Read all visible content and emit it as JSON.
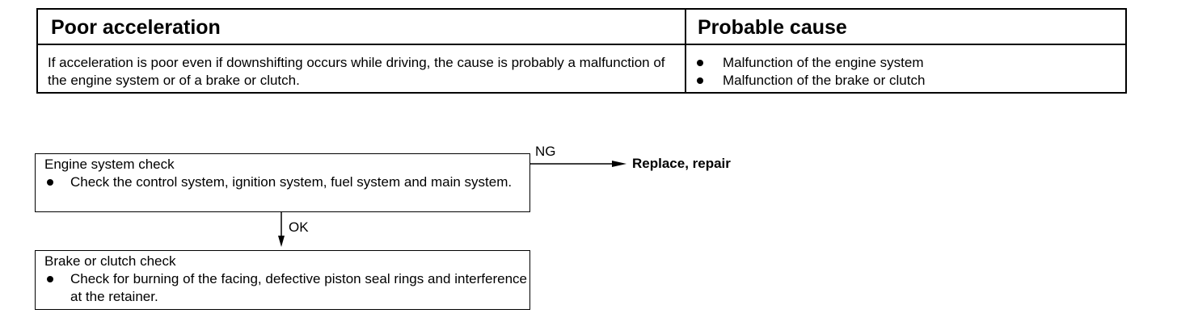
{
  "table": {
    "symptom_heading": "Poor acceleration",
    "cause_heading": "Probable cause",
    "description": "If acceleration is poor even if downshifting occurs while driving, the cause is probably a malfunction of the engine system or of a brake or clutch.",
    "causes": [
      "Malfunction of the engine system",
      "Malfunction of the brake or clutch"
    ]
  },
  "flow": {
    "engine_check": {
      "title": "Engine system check",
      "item": "Check the control system, ignition system, fuel system and main system."
    },
    "brake_check": {
      "title": "Brake or clutch check",
      "item": "Check for burning of the facing, defective piston seal rings and interference at the retainer."
    },
    "ng_label": "NG",
    "ok_label": "OK",
    "ng_result": "Replace, repair"
  }
}
